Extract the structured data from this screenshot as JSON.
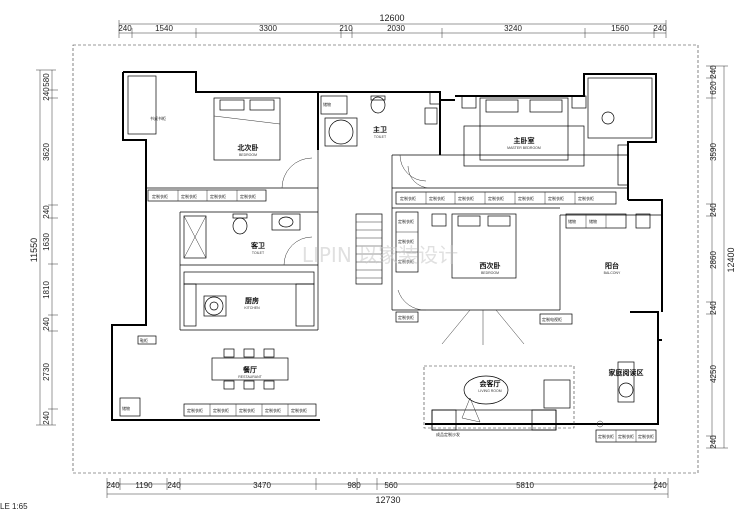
{
  "dimensions": {
    "top_total": "12600",
    "top_segments": [
      "240",
      "1540",
      "3300",
      "210",
      "2030",
      "3240",
      "1560",
      "240"
    ],
    "bottom_total": "12730",
    "bottom_segments": [
      "240",
      "1190",
      "240",
      "3470",
      "980",
      "560",
      "5810",
      "240"
    ],
    "left_total": "11550",
    "left_segments": [
      "580",
      "240",
      "3620",
      "240",
      "1630",
      "1810",
      "240",
      "2730",
      "240"
    ],
    "right_total": "12400",
    "right_segments": [
      "240",
      "620",
      "3590",
      "240",
      "2860",
      "240",
      "4250",
      "240"
    ]
  },
  "rooms": {
    "second_bedroom": {
      "name": "北次卧",
      "sub": "BEDROOM"
    },
    "master_bathroom": {
      "name": "主卫",
      "sub": "TOILET"
    },
    "master_bedroom": {
      "name": "主卧室",
      "sub": "MASTER BEDROOM"
    },
    "guest_bathroom": {
      "name": "客卫",
      "sub": "TOILET"
    },
    "kitchen": {
      "name": "厨房",
      "sub": "KITCHEN"
    },
    "third_bedroom": {
      "name": "西次卧",
      "sub": "BEDROOM"
    },
    "balcony": {
      "name": "阳台",
      "sub": "BALCONY"
    },
    "dining": {
      "name": "餐厅",
      "sub": "RESTAURANT"
    },
    "living": {
      "name": "会客厅",
      "sub": "LIVING ROOM"
    },
    "family_reading": {
      "name": "家庭阅读区"
    }
  },
  "cabinets": {
    "label": "定制衣柜",
    "desk": "书桌书柜",
    "shoe": "鞋柜",
    "shelf": "储物",
    "sofa": "成品定制沙发",
    "tv": "定制电视柜"
  },
  "scale_label": "LE 1:65",
  "watermark": "LIPIN 以家装设计"
}
